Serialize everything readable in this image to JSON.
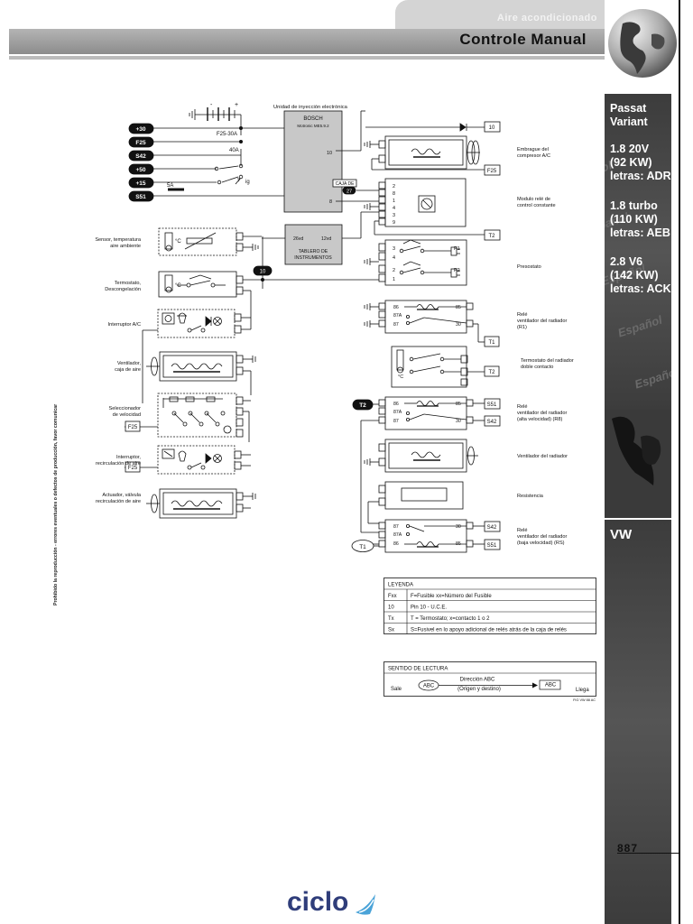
{
  "header": {
    "section": "Aire acondicionado",
    "title": "Controle Manual"
  },
  "sidebar": {
    "model": [
      "Passat",
      "Variant"
    ],
    "engines": [
      [
        "1.8 20V",
        "(92 KW)",
        "letras: ADR"
      ],
      [
        "1.8 turbo",
        "(110 KW)",
        "letras: AEB"
      ],
      [
        "2.8 V6",
        "(142 KW)",
        "letras: ACK"
      ]
    ],
    "brand": "VW",
    "watermark": "Español"
  },
  "vertical_note": "Prohibido la reproducción - errores eventuales o defectos de producción, favor comunicar",
  "diagram": {
    "supply": {
      "battery_minus": "-",
      "battery_plus": "+",
      "terminals": [
        "+30",
        "F25",
        "S42",
        "+50",
        "+15",
        "S51"
      ],
      "fuse_main": "F25-30A",
      "fuse_40": "40A",
      "fuse_5": "5A",
      "ignition": "ig"
    },
    "ecu": {
      "title": "Unidad de inyección electrónica",
      "brand": "BOSCH",
      "model": "Motronic ME5.9.2",
      "pin10": "10",
      "pin8": "8",
      "relay_ref": "CAJA DE",
      "relay_num": "27"
    },
    "dash": {
      "label": [
        "TABLERO DE",
        "INSTRUMENTOS"
      ],
      "pin_left": "26vd",
      "pin_right": "12vd"
    },
    "left_components": [
      [
        "Sensor, temperatura",
        "aire ambiente"
      ],
      [
        "Termostato,",
        "Descongelación"
      ],
      [
        "Interruptor A/C"
      ],
      [
        "Ventilador,",
        "caja de aire"
      ],
      [
        "Seleccionador",
        "de velocidad"
      ],
      [
        "Interruptor,",
        "recirculación de aire"
      ],
      [
        "Actuador, válvula",
        "recirculación de aire"
      ]
    ],
    "right_components": [
      [
        "Embrague del",
        "compresor A/C"
      ],
      [
        "Modulo relé de",
        "control constante"
      ],
      [
        "Presostato"
      ],
      [
        "Relé",
        "ventilador del radiador",
        "(R1)"
      ],
      [
        "Termostato del radiador",
        "doble contacto"
      ],
      [
        "Relé",
        "ventilador del radiador",
        "(alta velocidad) (R8)"
      ],
      [
        "Ventilador del radiador"
      ],
      [
        "Resistencia"
      ],
      [
        "Relé",
        "ventilador del radiador",
        "(baja velocidad) (RS)"
      ]
    ],
    "tags": {
      "pin10": "10",
      "f25": "F25",
      "t1": "T1",
      "t2": "T2",
      "s51": "S51",
      "s42": "S42",
      "p1": "P1",
      "p2": "P2",
      "deg": "°C"
    },
    "relay_pins": [
      "86",
      "87A",
      "87",
      "85",
      "30"
    ],
    "module_pins": [
      "2",
      "8",
      "1",
      "4",
      "3",
      "9"
    ],
    "presostato_pins": [
      "3",
      "4",
      "2",
      "1"
    ]
  },
  "legend": {
    "title": "LEYENDA",
    "rows": [
      [
        "Fxx",
        "F=Fusible xx=Número del Fusible"
      ],
      [
        "10",
        "Pin 10 - U.C.E."
      ],
      [
        "Tx",
        "T = Termostato; x=contacto 1 o 2"
      ],
      [
        "Sx",
        "S=Fusivel en lo apoyo adicional de relés atrás de la caja de relés"
      ]
    ]
  },
  "reading": {
    "title": "SENTIDO DE LECTURA",
    "direction": "Dirección ABC",
    "origin": "(Origen y destino)",
    "sale": "Sale",
    "llega": "Llega",
    "abc": "ABC",
    "fig": "FIG VW 88 AC"
  },
  "page_number": "887",
  "logo": "ciclo",
  "colors": {
    "header_bar": "#9e9e9e",
    "sidebar": "#4a4a4a",
    "sidebar_text": "#ffffff"
  }
}
